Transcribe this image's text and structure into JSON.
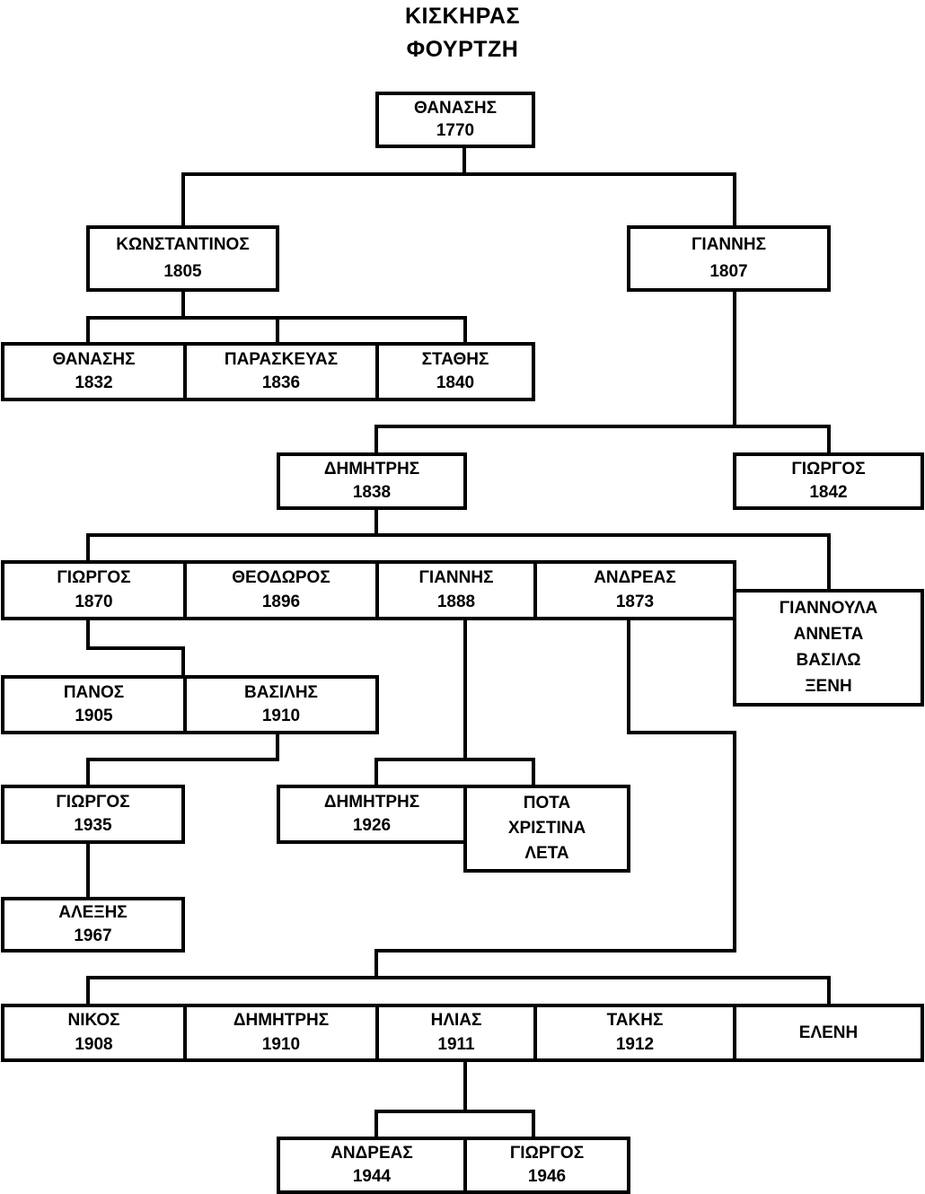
{
  "title": {
    "line1": "ΚΙΣΚΗΡΑΣ",
    "line2": "ΦΟΥΡΤΖΗ"
  },
  "line_color": "#000000",
  "people": {
    "thanasis_1770": {
      "lines": [
        "ΘΑΝΑΣΗΣ",
        "1770"
      ]
    },
    "konstantinos_1805": {
      "lines": [
        "ΚΩΝΣΤΑΝΤΙΝΟΣ",
        "1805"
      ]
    },
    "giannis_1807": {
      "lines": [
        "ΓΙΑΝΝΗΣ",
        "1807"
      ]
    },
    "thanasis_1832": {
      "lines": [
        "ΘΑΝΑΣΗΣ",
        "1832"
      ]
    },
    "paraskevas_1836": {
      "lines": [
        "ΠΑΡΑΣΚΕΥΑΣ",
        "1836"
      ]
    },
    "stathis_1840": {
      "lines": [
        "ΣΤΑΘΗΣ",
        "1840"
      ]
    },
    "dimitris_1838": {
      "lines": [
        "ΔΗΜΗΤΡΗΣ",
        "1838"
      ]
    },
    "giorgos_1842": {
      "lines": [
        "ΓΙΩΡΓΟΣ",
        "1842"
      ]
    },
    "giorgos_1870": {
      "lines": [
        "ΓΙΩΡΓΟΣ",
        "1870"
      ]
    },
    "theodoros_1896": {
      "lines": [
        "ΘΕΟΔΩΡΟΣ",
        "1896"
      ]
    },
    "giannis_1888": {
      "lines": [
        "ΓΙΑΝΝΗΣ",
        "1888"
      ]
    },
    "andreas_1873": {
      "lines": [
        "ΑΝΔΡΕΑΣ",
        "1873"
      ]
    },
    "daughters_1838": {
      "lines": [
        "ΓΙΑΝΝΟΥΛΑ",
        "ΑΝΝΕΤΑ",
        "ΒΑΣΙΛΩ",
        "ΞΕΝΗ"
      ]
    },
    "panos_1905": {
      "lines": [
        "ΠΑΝΟΣ",
        "1905"
      ]
    },
    "vasilis_1910": {
      "lines": [
        "ΒΑΣΙΛΗΣ",
        "1910"
      ]
    },
    "giorgos_1935": {
      "lines": [
        "ΓΙΩΡΓΟΣ",
        "1935"
      ]
    },
    "alexis_1967": {
      "lines": [
        "ΑΛΕΞΗΣ",
        "1967"
      ]
    },
    "dimitris_1926": {
      "lines": [
        "ΔΗΜΗΤΡΗΣ",
        "1926"
      ]
    },
    "daughters_1888": {
      "lines": [
        "ΠΟΤΑ",
        "ΧΡΙΣΤΙΝΑ",
        "ΛΕΤΑ"
      ]
    },
    "nikos_1908": {
      "lines": [
        "ΝΙΚΟΣ",
        "1908"
      ]
    },
    "dimitris_1910": {
      "lines": [
        "ΔΗΜΗΤΡΗΣ",
        "1910"
      ]
    },
    "ilias_1911": {
      "lines": [
        "ΗΛΙΑΣ",
        "1911"
      ]
    },
    "takis_1912": {
      "lines": [
        "ΤΑΚΗΣ",
        "1912"
      ]
    },
    "eleni": {
      "lines": [
        "ΕΛΕΝΗ"
      ]
    },
    "andreas_1944": {
      "lines": [
        "ΑΝΔΡΕΑΣ",
        "1944"
      ]
    },
    "giorgos_1946": {
      "lines": [
        "ΓΙΩΡΓΟΣ",
        "1946"
      ]
    }
  }
}
